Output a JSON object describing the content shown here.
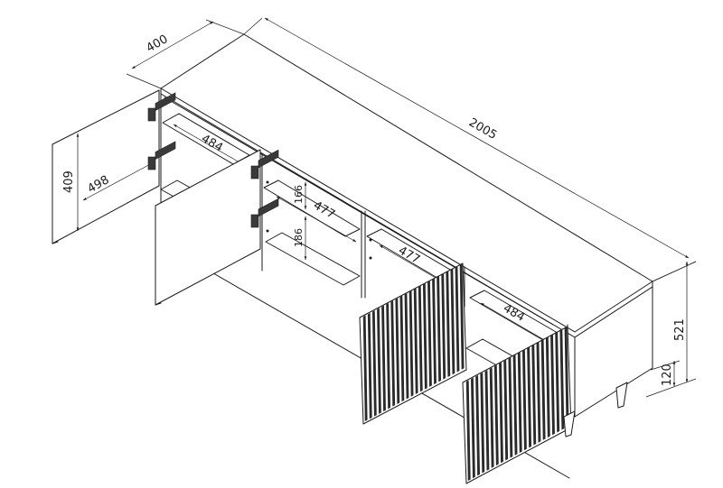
{
  "dimensions": {
    "depth": "400",
    "width": "2005",
    "height": "521",
    "leg_height": "120",
    "door_height": "409",
    "door_width": "498",
    "shelf_left": "484",
    "shelf_middle_1": "477",
    "shelf_middle_2": "477",
    "shelf_right": "484",
    "gap_top": "166",
    "gap_bottom": "186"
  },
  "colors": {
    "line": "#1a1a1a",
    "slats": "#2a2a2a",
    "background": "#ffffff"
  },
  "icons": [
    "hinge-icon",
    "hinge-icon",
    "hinge-icon",
    "hinge-icon",
    "hinge-icon",
    "hinge-icon"
  ]
}
